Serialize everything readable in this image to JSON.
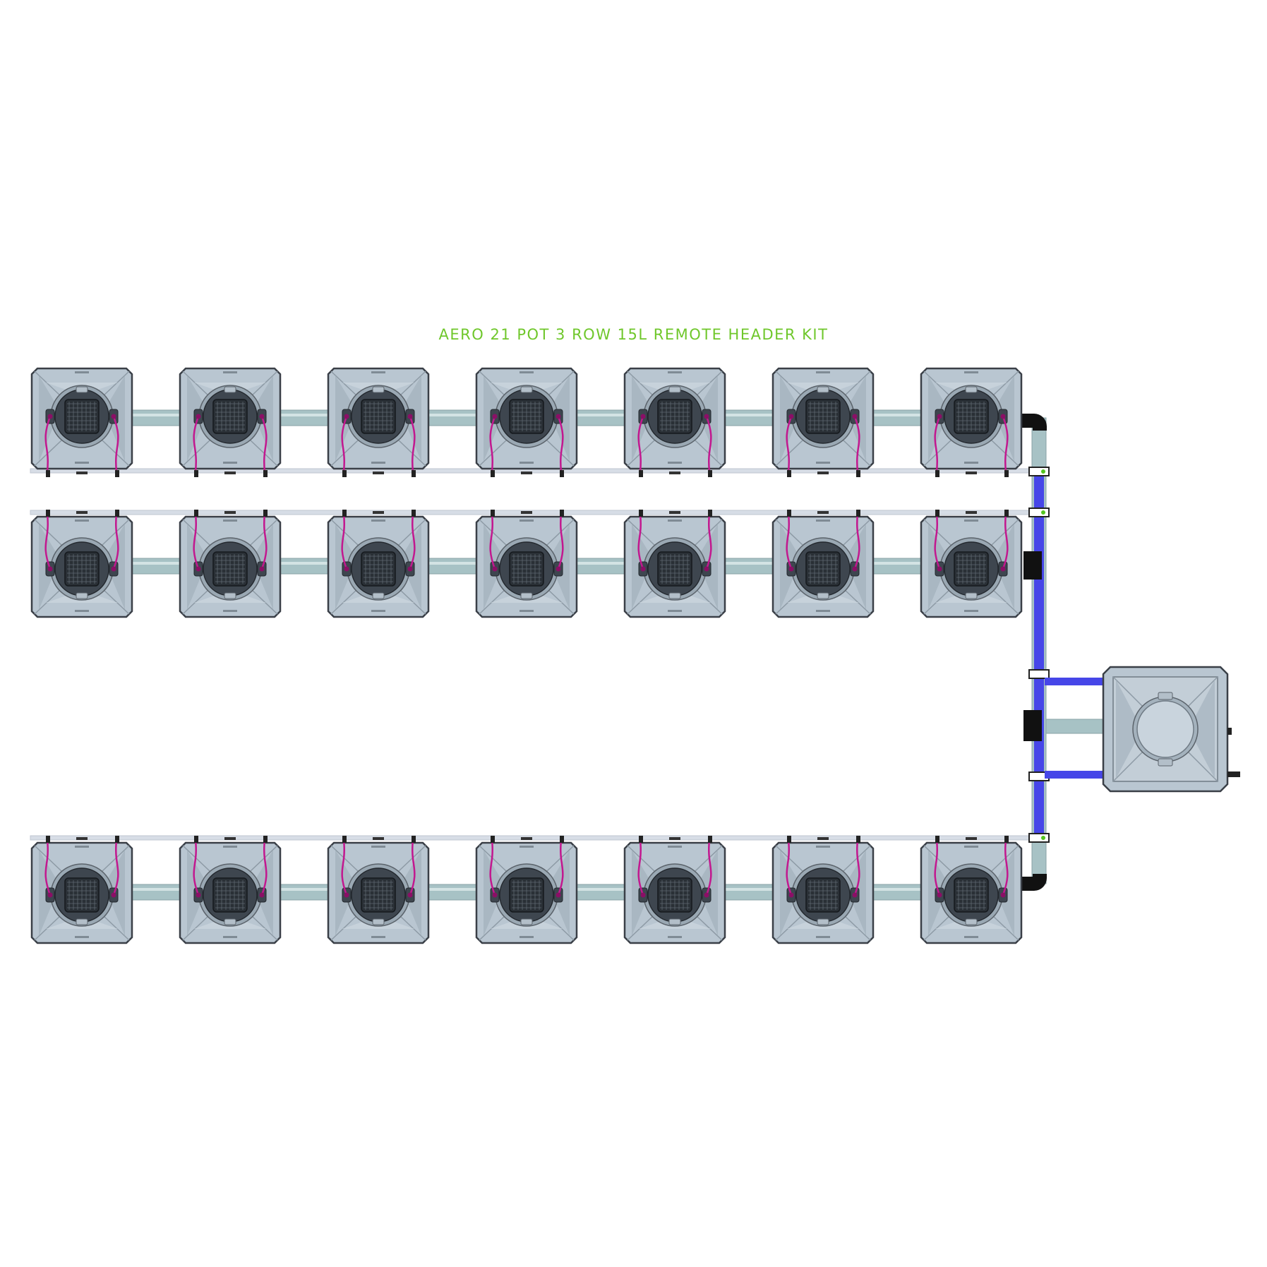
{
  "title": "AERO 21 POT 3 ROW 15L REMOTE HEADER KIT",
  "layout": {
    "rows": 3,
    "pots_per_row": 7,
    "pot_style": "aero 15L pot with net basket",
    "header_tank": "remote header tank"
  },
  "colors": {
    "title": "#6fc72b",
    "pot_body": "#b9c6d1",
    "pot_outline": "#3a3f47",
    "pot_lid": "#3e464f",
    "basket": "#2a3036",
    "link_pipe": "#a7c2c5",
    "supply_pipe": "#4646e8",
    "drip_line": "#d7dde6",
    "drip_tube": "#c2188f",
    "fitting": "#111111",
    "connector_dot": "#53c51f"
  }
}
